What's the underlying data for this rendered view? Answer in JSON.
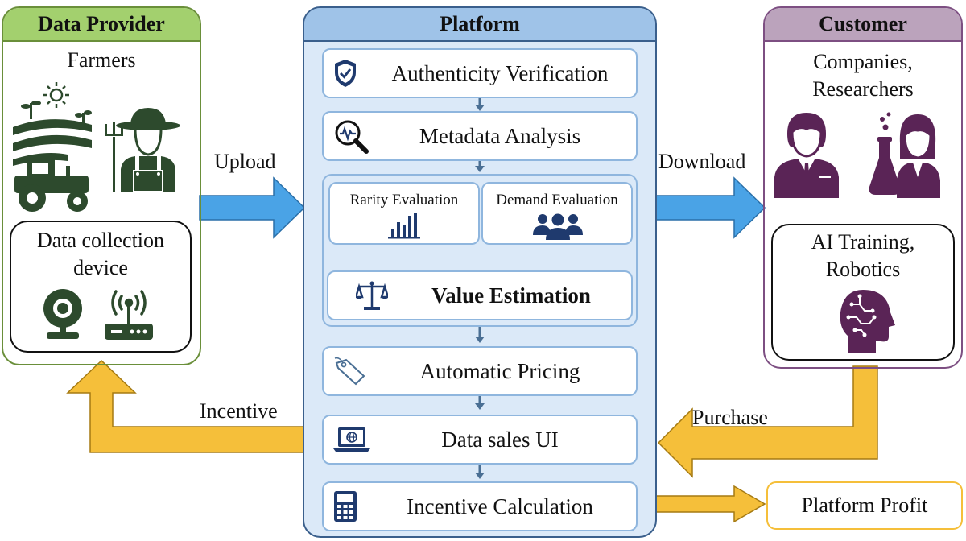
{
  "provider": {
    "title": "Data Provider",
    "subtitle": "Farmers",
    "device_title": "Data collection device"
  },
  "platform": {
    "title": "Platform",
    "steps": {
      "authenticity": "Authenticity Verification",
      "metadata": "Metadata Analysis",
      "rarity": "Rarity Evaluation",
      "demand": "Demand Evaluation",
      "value": "Value Estimation",
      "pricing": "Automatic Pricing",
      "sales_ui": "Data sales UI",
      "incentive_calc": "Incentive Calculation"
    }
  },
  "customer": {
    "title": "Customer",
    "subtitle": "Companies, Researchers",
    "usage": "AI Training, Robotics"
  },
  "flows": {
    "upload": "Upload",
    "download": "Download",
    "incentive": "Incentive",
    "purchase": "Purchase",
    "profit": "Platform Profit"
  },
  "colors": {
    "provider_accent": "#a3d06e",
    "provider_border": "#6a8f3a",
    "platform_accent": "#9fc3e8",
    "platform_fill": "#dbe9f8",
    "customer_accent": "#bba3bc",
    "customer_border": "#7d4f82",
    "blue_arrow": "#4aa3e6",
    "gold_arrow": "#f5bf3a",
    "icon_green": "#2d4a2d",
    "icon_navy": "#1f3a6e",
    "icon_purple": "#5a2456"
  }
}
